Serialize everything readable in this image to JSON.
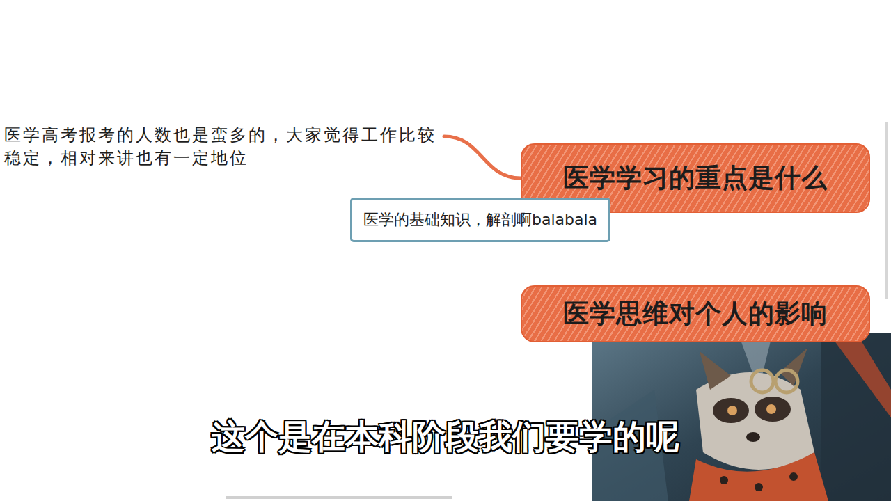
{
  "diagram": {
    "nodes": [
      {
        "text": [
          "医学高考报考的人数也是蛮多的，大家觉得工作比较稳定，相对来讲也有一定地位"
        ]
      },
      {
        "text": [
          "医学学习的重点是什么"
        ]
      },
      {
        "text": [
          "医学的基础知识，解剖啊balabala"
        ]
      },
      {
        "text": [
          "医学思维对个人的影响"
        ]
      }
    ],
    "edges": [
      {
        "from": 0,
        "to": 1,
        "arrow": "none"
      }
    ],
    "labels": [
      "这个是在本科阶段我们要学的呢"
    ]
  }
}
